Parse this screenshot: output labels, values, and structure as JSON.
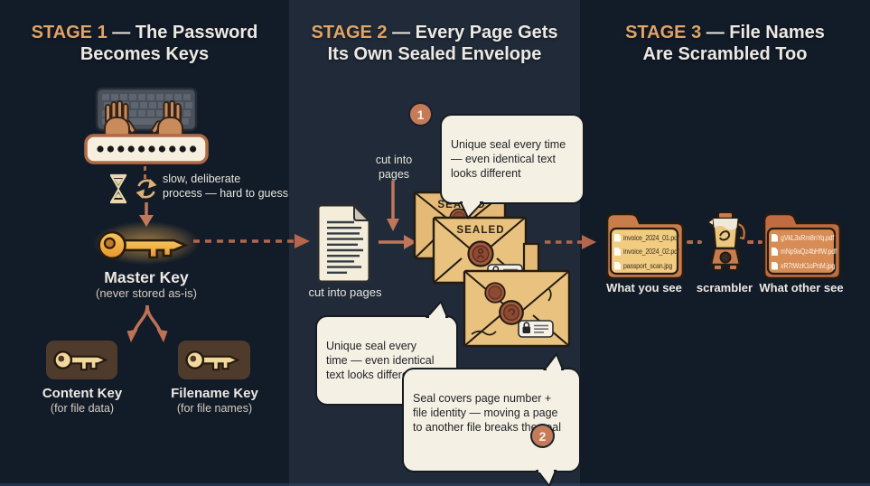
{
  "palette": {
    "bg_outer": "#121b28",
    "bg_middle": "#202a38",
    "accent": "#dfa467",
    "text": "#ece9e3",
    "arrow": "#b4674c",
    "bubble": "#f4f0e3",
    "key_gold": "#f0a83f"
  },
  "stage1": {
    "title_accent": "STAGE 1",
    "title_rest": " — The Password",
    "title_line2": "Becomes Keys",
    "process_note": "slow, deliberate\nprocess — hard to guess",
    "master_key": {
      "label": "Master Key",
      "sub": "(never stored as-is)"
    },
    "content_key": {
      "label": "Content Key",
      "sub": "(for file data)"
    },
    "filename_key": {
      "label": "Filename Key",
      "sub": "(for file names)"
    }
  },
  "stage2": {
    "title_accent": "STAGE 2",
    "title_rest": " — Every Page Gets",
    "title_line2": "Its Own Sealed Envelope",
    "badge_1": "1",
    "badge_2": "2",
    "bubble_top": "Unique seal every time\n— even identical text\nlooks different",
    "bubble_left": "Unique seal every\ntime — even identical\ntext looks different",
    "bubble_bottom": "Seal covers page number +\nfile identity — moving a page\nto another file breaks the seal",
    "cut_into_pages_top": "cut into\npages",
    "cut_into_pages": "cut into pages",
    "sealed_back": "SEALED",
    "sealed_front": "SEALED"
  },
  "stage3": {
    "title_accent": "STAGE 3",
    "title_rest": " — File Names",
    "title_line2": "Are Scrambled Too",
    "visible_folder": {
      "files": [
        "invoice_2024_01.pdf",
        "invoice_2024_02.pdf",
        "passport_scan.jpg"
      ],
      "label": "What you see"
    },
    "scrambler_label": "scrambler",
    "scrambled_folder": {
      "files": [
        "gVkL3xRm8nYq.pdf",
        "mNp9aQz4bHfW.pdf",
        "xR7tWzK1oPnM.jpg"
      ],
      "label": "What other see"
    }
  }
}
